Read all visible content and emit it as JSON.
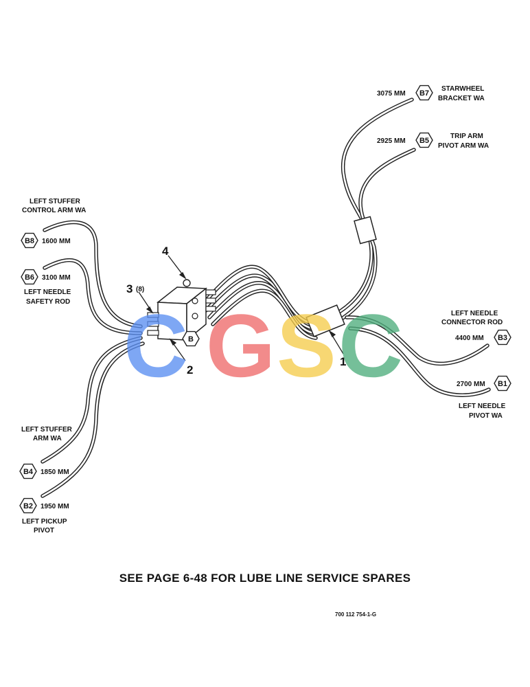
{
  "callouts": [
    {
      "id": "b7",
      "hex": "B7",
      "length": "3075 MM",
      "name_lines": [
        "STARWHEEL",
        "BRACKET WA"
      ]
    },
    {
      "id": "b5",
      "hex": "B5",
      "length": "2925 MM",
      "name_lines": [
        "TRIP ARM",
        "PIVOT ARM WA"
      ]
    },
    {
      "id": "b8",
      "hex": "B8",
      "length": "1600 MM",
      "name_lines": [
        "LEFT STUFFER",
        "CONTROL ARM WA"
      ]
    },
    {
      "id": "b6",
      "hex": "B6",
      "length": "3100 MM",
      "name_lines": [
        "LEFT NEEDLE",
        "SAFETY ROD"
      ]
    },
    {
      "id": "b3",
      "hex": "B3",
      "length": "4400 MM",
      "name_lines": [
        "LEFT NEEDLE",
        "CONNECTOR ROD"
      ]
    },
    {
      "id": "b1",
      "hex": "B1",
      "length": "2700 MM",
      "name_lines": [
        "LEFT NEEDLE",
        "PIVOT WA"
      ]
    },
    {
      "id": "b4",
      "hex": "B4",
      "length": "1850 MM",
      "name_lines": [
        "LEFT STUFFER",
        "ARM WA"
      ]
    },
    {
      "id": "b2",
      "hex": "B2",
      "length": "1950 MM",
      "name_lines": [
        "LEFT PICKUP",
        "PIVOT"
      ]
    }
  ],
  "block_hex": "B",
  "item_numbers": {
    "item1": "1",
    "item2": "2",
    "item3": "3",
    "item3_qty": "(8)",
    "item4": "4"
  },
  "watermark": {
    "letters": [
      "C",
      "G",
      "S",
      "C"
    ],
    "colors": [
      "#5b8ff2",
      "#ef6b6b",
      "#f6cd4d",
      "#4fae7d"
    ]
  },
  "footer_note": "SEE PAGE 6-48 FOR LUBE LINE SERVICE SPARES",
  "drawing_number": "700 112 754-1-G"
}
